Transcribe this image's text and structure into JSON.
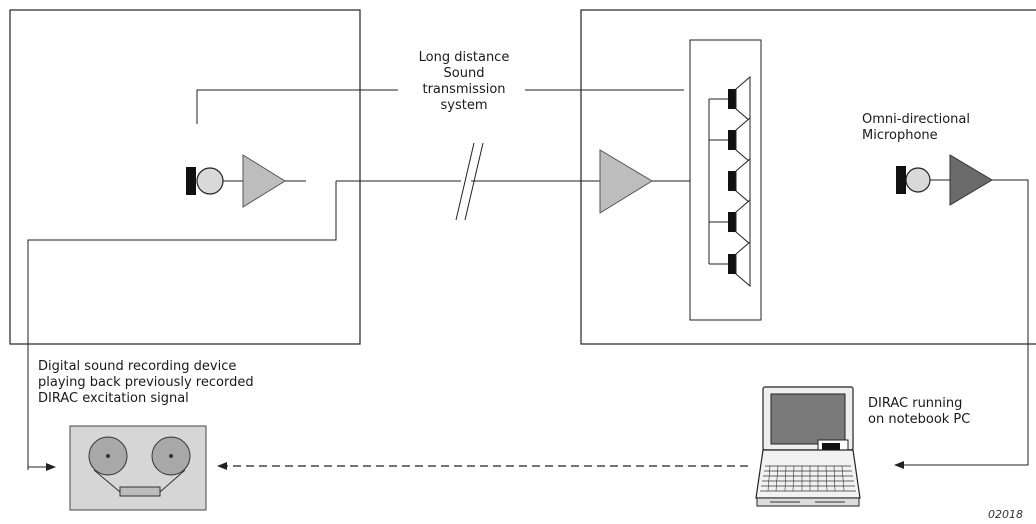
{
  "labels": {
    "transmission": [
      "Long distance",
      "Sound",
      "transmission",
      "system"
    ],
    "microphone": [
      "Omni-directional",
      "Microphone"
    ],
    "recorder": [
      "Digital sound recording device",
      "playing back previously recorded",
      "DIRAC excitation signal"
    ],
    "notebook": [
      "DIRAC running",
      "on notebook PC"
    ],
    "figure_code": "02018"
  },
  "colors": {
    "amplifier_light": "#bdbdbd",
    "amplifier_dark": "#6b6b6b",
    "speaker": "#111111",
    "screen": "#7a7a7a",
    "recorder_body": "#d6d6d6"
  }
}
